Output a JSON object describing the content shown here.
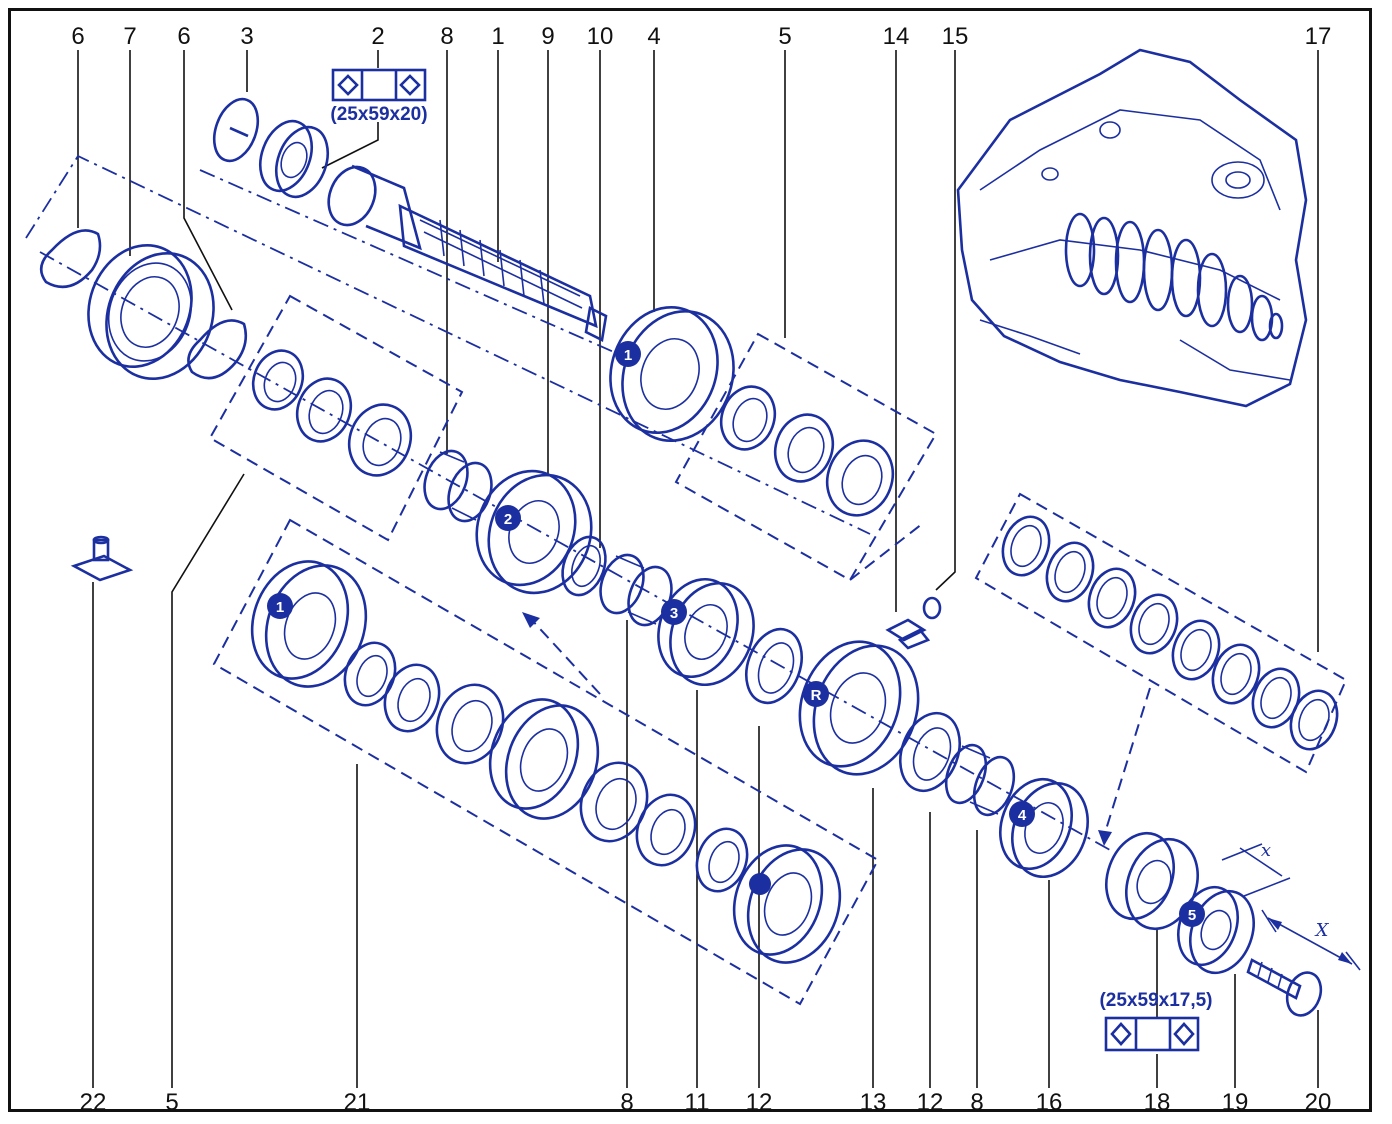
{
  "colors": {
    "line": "#1c2fa0",
    "frame": "#111111",
    "background": "#ffffff"
  },
  "callouts_top": [
    "6",
    "7",
    "6",
    "3",
    "2",
    "8",
    "1",
    "9",
    "10",
    "4",
    "5",
    "14",
    "15",
    "17"
  ],
  "callouts_bottom": [
    "22",
    "5",
    "21",
    "8",
    "11",
    "12",
    "13",
    "12",
    "8",
    "16",
    "18",
    "19",
    "20"
  ],
  "gear_badges": [
    "1",
    "2",
    "3",
    "R",
    "4",
    "5",
    "1"
  ],
  "bearing_specs": {
    "top": "(25x59x20)",
    "bottom": "(25x59x17,5)"
  },
  "dimension_labels": {
    "small": "x",
    "large": "X"
  },
  "icons": [
    "bearing-symbol-icon"
  ]
}
